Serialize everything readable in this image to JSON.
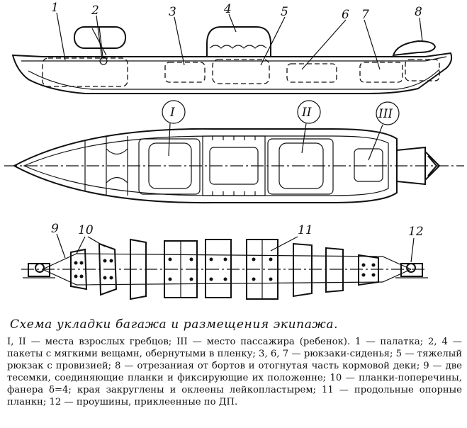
{
  "labels": {
    "n1": "1",
    "n2": "2",
    "n3": "3",
    "n4": "4",
    "n5": "5",
    "n6": "6",
    "n7": "7",
    "n8": "8",
    "n9": "9",
    "n10": "10",
    "n11": "11",
    "n12": "12",
    "r1": "I",
    "r2": "II",
    "r3": "III"
  },
  "caption": {
    "title": "Схема укладки багажа и размещения экипажа.",
    "text": "I, II — места взрослых гребцов; III — место пассажира (ребенок). 1 — палатка; 2, 4 — пакеты с мягкими вещамн, обернутыми в пленку; 3, 6, 7 — рюкзаки-сиденья; 5 — тяжелый рюкзак с провизией; 8 — отрезаниая от бортов и отогнутая часть кормовой деки; 9 — две тесемки, соединяющие планки и фиксирующие их положенне; 10 — планки-поперечины, фанера δ=4; края закруглены и оклеены лейкопластырем; 11 — продольные опорные планкн; 12 — проушины, приклеенные по ДП."
  }
}
